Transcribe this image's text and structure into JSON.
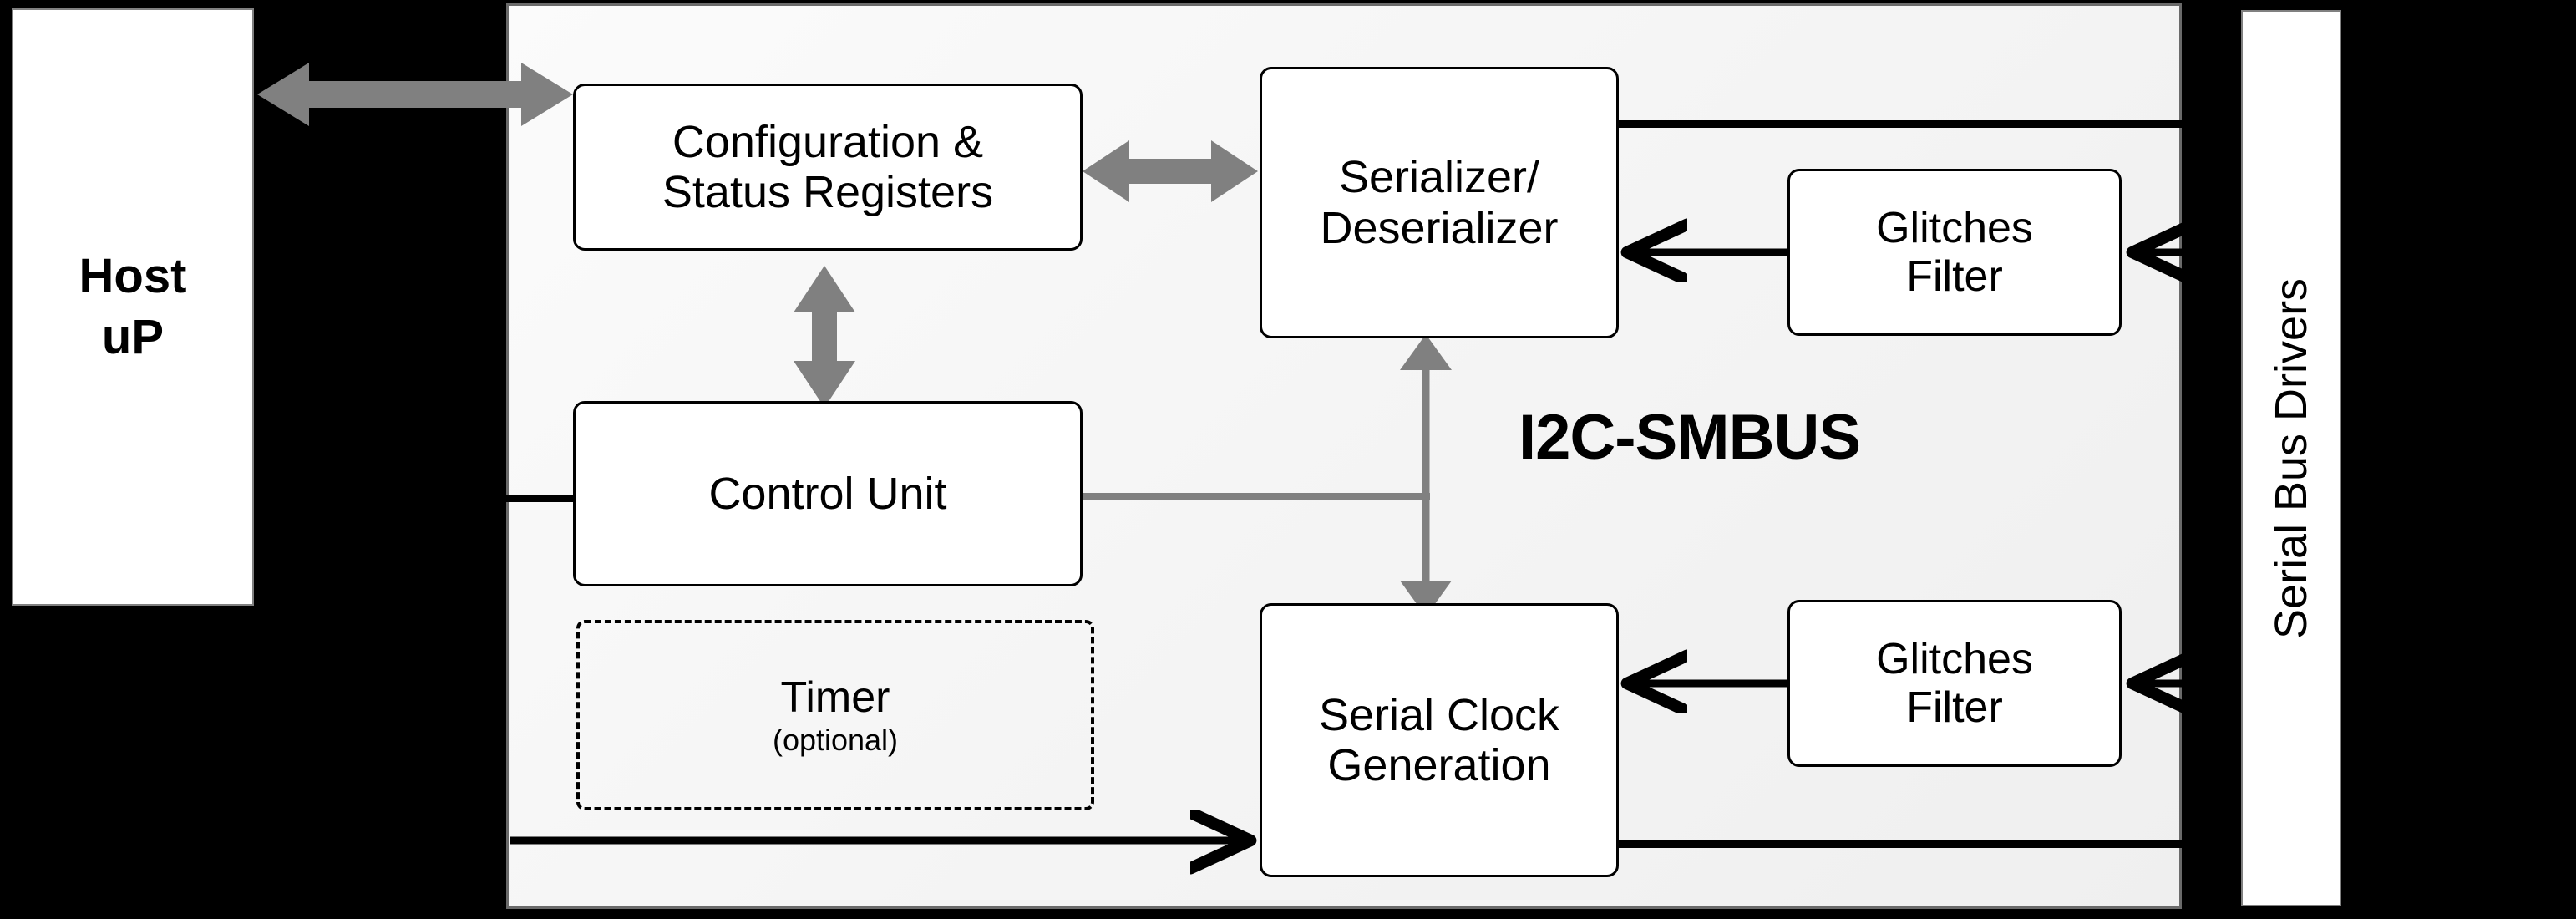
{
  "diagram": {
    "title": "I2C-SMBUS",
    "colors": {
      "background": "#000000",
      "panel": "#f4f4f4",
      "panel_border": "#6a6a6a",
      "module_border": "#000000",
      "module_fill": "#ffffff",
      "gray_arrow": "#808080",
      "black_arrow": "#000000"
    },
    "external_blocks": [
      {
        "id": "host",
        "label_line1": "Host",
        "label_line2": "uP"
      },
      {
        "id": "serial-bus-drivers",
        "label": "Serial Bus Drivers",
        "orientation": "vertical"
      }
    ],
    "modules": [
      {
        "id": "config-status-registers",
        "line1": "Configuration &",
        "line2": "Status Registers",
        "style": "solid"
      },
      {
        "id": "serializer-deserializer",
        "line1": "Serializer/",
        "line2": "Deserializer",
        "style": "solid"
      },
      {
        "id": "control-unit",
        "line1": "Control Unit",
        "line2": "",
        "style": "solid"
      },
      {
        "id": "timer",
        "line1": "Timer",
        "line2": "(optional)",
        "style": "dashed"
      },
      {
        "id": "serial-clock-generation",
        "line1": "Serial Clock",
        "line2": "Generation",
        "style": "solid"
      },
      {
        "id": "glitches-filter-top",
        "line1": "Glitches",
        "line2": "Filter",
        "style": "solid"
      },
      {
        "id": "glitches-filter-bottom",
        "line1": "Glitches",
        "line2": "Filter",
        "style": "solid"
      }
    ],
    "connections": [
      {
        "id": "host-to-config",
        "from": "host",
        "to": "config-status-registers",
        "kind": "double-arrow",
        "color": "#808080"
      },
      {
        "id": "config-to-serializer",
        "from": "config-status-registers",
        "to": "serializer-deserializer",
        "kind": "double-arrow",
        "color": "#808080"
      },
      {
        "id": "config-to-control",
        "from": "config-status-registers",
        "to": "control-unit",
        "kind": "double-arrow",
        "color": "#808080"
      },
      {
        "id": "serializer-to-clockgen",
        "from": "serializer-deserializer",
        "to": "serial-clock-generation",
        "kind": "double-arrow",
        "color": "#808080"
      },
      {
        "id": "control-to-bus",
        "from": "control-unit",
        "to": "serializer-clockgen-bus",
        "kind": "line",
        "color": "#808080"
      },
      {
        "id": "serializer-out-top",
        "from": "serializer-deserializer",
        "to": "serial-bus-drivers",
        "kind": "line",
        "color": "#000000"
      },
      {
        "id": "glitches-top-to-serializer",
        "from": "glitches-filter-top",
        "to": "serializer-deserializer",
        "kind": "arrow",
        "color": "#000000"
      },
      {
        "id": "bus-to-glitches-top",
        "from": "serial-bus-drivers",
        "to": "glitches-filter-top",
        "kind": "arrow",
        "color": "#000000"
      },
      {
        "id": "glitches-bottom-to-clockgen",
        "from": "glitches-filter-bottom",
        "to": "serial-clock-generation",
        "kind": "arrow",
        "color": "#000000"
      },
      {
        "id": "bus-to-glitches-bottom",
        "from": "serial-bus-drivers",
        "to": "glitches-filter-bottom",
        "kind": "arrow",
        "color": "#000000"
      },
      {
        "id": "bus-in-to-clockgen",
        "from": "left-edge",
        "to": "serial-clock-generation",
        "kind": "arrow",
        "color": "#000000"
      },
      {
        "id": "clockgen-out-right",
        "from": "serial-clock-generation",
        "to": "serial-bus-drivers",
        "kind": "line",
        "color": "#000000"
      },
      {
        "id": "left-edge-to-control",
        "from": "left-edge",
        "to": "control-unit",
        "kind": "line",
        "color": "#000000"
      }
    ]
  }
}
